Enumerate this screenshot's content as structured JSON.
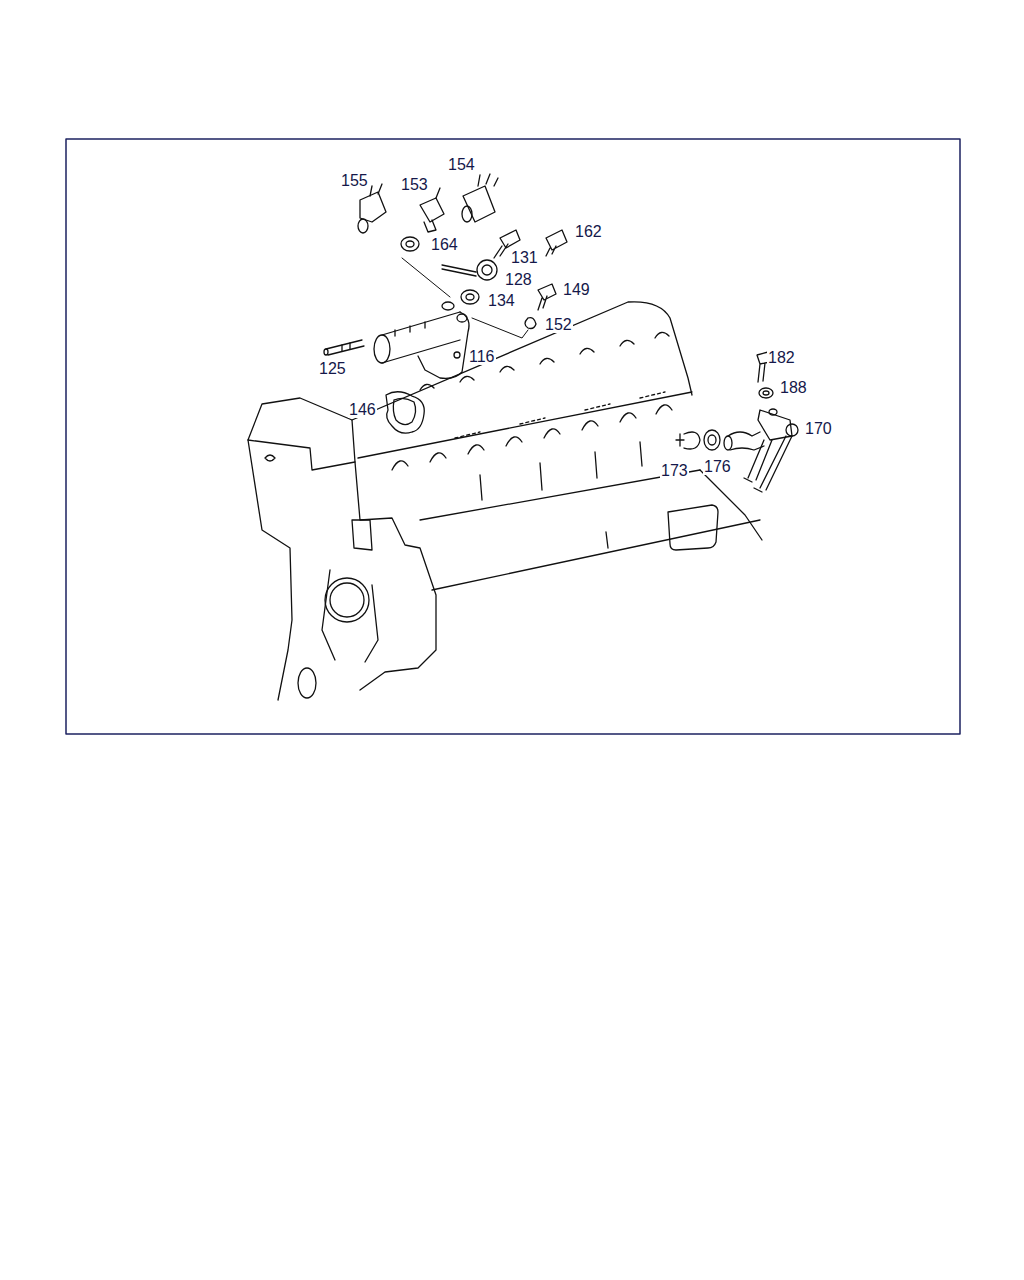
{
  "diagram": {
    "labels": [
      "154",
      "155",
      "153",
      "162",
      "164",
      "131",
      "128",
      "149",
      "134",
      "152",
      "116",
      "182",
      "125",
      "188",
      "146",
      "170",
      "173",
      "176"
    ]
  }
}
